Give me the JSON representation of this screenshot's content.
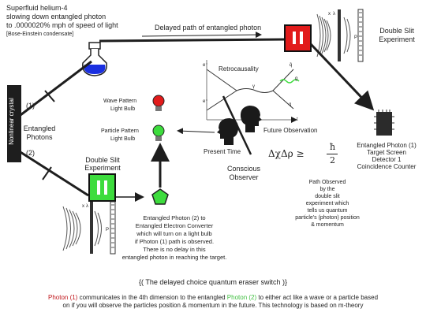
{
  "top_left": {
    "line1": "Superfluid helium-4",
    "line2": "slowing down entangled photon",
    "line3": "to .0000020% mph of speed of light",
    "line4": "[Bose-Einstein condensate]"
  },
  "delayed_path": "Delayed path of entangled photon",
  "double_slit_top": {
    "line1": "Double Slit",
    "line2": "Experiment"
  },
  "crystal": "Nonlinear crystal",
  "path_1": "(1)",
  "path_2": "(2)",
  "entangled_photons": {
    "line1": "Entangled",
    "line2": "Photons"
  },
  "wave_bulb": {
    "line1": "Wave Pattern",
    "line2": "Light Bulb"
  },
  "particle_bulb": {
    "line1": "Particle Pattern",
    "line2": "Light Bulb"
  },
  "retrocausality": "Retrocausality",
  "feynman": {
    "e_top": "e⁻",
    "e_bottom": "e⁺",
    "q_top": "q̄",
    "q_bottom": "q",
    "g": "g",
    "t": "t",
    "gamma": "γ"
  },
  "present_time": "Present Time",
  "future_observation": "Future Observation",
  "conscious_observer": {
    "line1": "Conscious",
    "line2": "Observer"
  },
  "uncertainty": {
    "lhs": "ΔχΔρ ≥",
    "num": "ħ",
    "den": "2"
  },
  "target": {
    "line1": "Entangled Photon (1)",
    "line2": "Target Screen",
    "line3": "Detector 1",
    "line4": "Coincidence Counter"
  },
  "path_observed": [
    "Path Observed",
    "by the",
    "double slit",
    "experiment which",
    "tells us quantum",
    "particle's (photon) position",
    "& momentum"
  ],
  "double_slit_bottom": {
    "line1": "Double Slit",
    "line2": "Experiment"
  },
  "converter": [
    "Entangled Photon (2) to",
    "Entangled Electron Converter",
    "which will turn on a light bulb",
    "if Photon (1) path is observed.",
    "There is no delay in this",
    "entangled photon in reaching the target."
  ],
  "slit_letters": {
    "top_x": "x",
    "top_lambda": "λ",
    "top_p": "P",
    "bot_x": "x",
    "bot_lambda": "λ",
    "bot_p": "P"
  },
  "caption": "{( The delayed choice quantum eraser switch )}",
  "footer": {
    "photon1": "Photon (1)",
    "mid": " communicates in the 4th dimension to the entangled ",
    "photon2": "Photon (2)",
    "end": " to either act like a wave or a particle based",
    "line2": "on if you will observe the particles position & momentum in the future. This technology is based on m-theory"
  },
  "colors": {
    "red": "#e21b1b",
    "green": "#3ddc3d",
    "blue": "#1a2fe0",
    "dark": "#1e1e1e"
  }
}
